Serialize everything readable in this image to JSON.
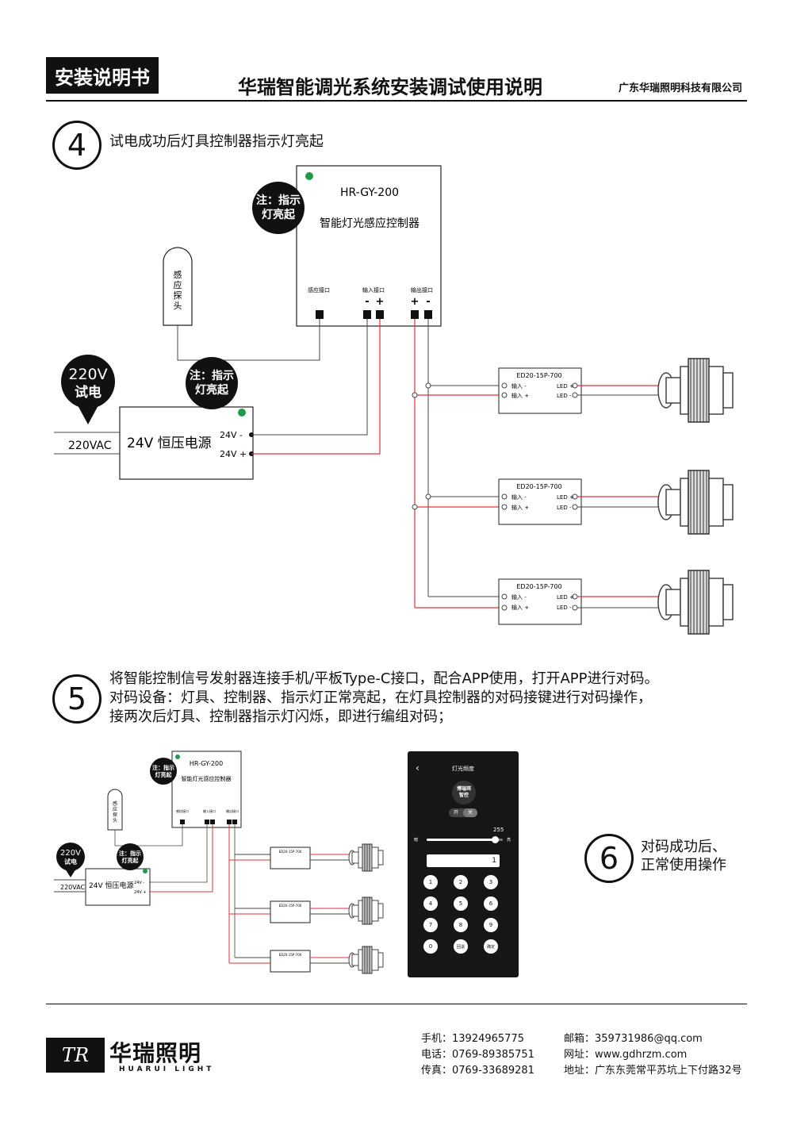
{
  "header": {
    "tag": "安装说明书",
    "title": "华瑞智能调光系统安装调试使用说明",
    "company": "广东华瑞照明科技有限公司"
  },
  "step4": {
    "number": "4",
    "text": "试电成功后灯具控制器指示灯亮起"
  },
  "diagram": {
    "controller_model": "HR-GY-200",
    "controller_name": "智能灯光感应控制器",
    "port_sensor": "感应接口",
    "port_input": "输入接口",
    "port_output": "输出接口",
    "minus": "-",
    "plus": "+",
    "note_line1": "注：指示",
    "note_line2": "灯亮起",
    "sensor_label": "感应探头",
    "test_line1": "220V",
    "test_line2": "试电",
    "ac_label": "220VAC",
    "psu_label": "24V 恒压电源",
    "psu_minus": "24V -",
    "psu_plus": "24V +",
    "driver_model": "ED20-15P-700",
    "driver_in_minus": "输入 -",
    "driver_in_plus": "输入 +",
    "driver_led_plus": "LED +",
    "driver_led_minus": "LED -"
  },
  "step5": {
    "number": "5",
    "line1": "将智能控制信号发射器连接手机/平板Type-C接口，配合APP使用，打开APP进行对码。",
    "line2": "对码设备：灯具、控制器、指示灯正常亮起，在灯具控制器的对码接键进行对码操作，",
    "line3": "接两次后灯具、控制器指示灯闪烁，即进行编组对码；"
  },
  "phone": {
    "title": "灯光频度",
    "logo_line1": "博瑞珥",
    "logo_line2": "智控",
    "toggle_on": "开",
    "toggle_off": "关",
    "slider_value": "255",
    "slider_level": 0.9,
    "slider_left": "暗",
    "slider_right": "亮",
    "input_value": "1",
    "keys": [
      "1",
      "2",
      "3",
      "4",
      "5",
      "6",
      "7",
      "8",
      "9",
      "0",
      "回退",
      "确定"
    ]
  },
  "step6": {
    "number": "6",
    "line1": "对码成功后、",
    "line2": "正常使用操作"
  },
  "footer": {
    "brand": "华瑞照明",
    "brand_sub": "HUARUI LIGHT",
    "logo_mark": "TR",
    "mobile": "手机：13924965775",
    "phone": "电话：0769-89385751",
    "fax": "传真：0769-33689281",
    "email": "邮箱：359731986@qq.com",
    "website": "网址：www.gdhrzm.com",
    "address": "地址：广东东莞常平苏坑上下付路32号"
  },
  "colors": {
    "accent_red": "#e3323b",
    "indicator_green": "#1f9a4a",
    "ink": "#111111"
  }
}
